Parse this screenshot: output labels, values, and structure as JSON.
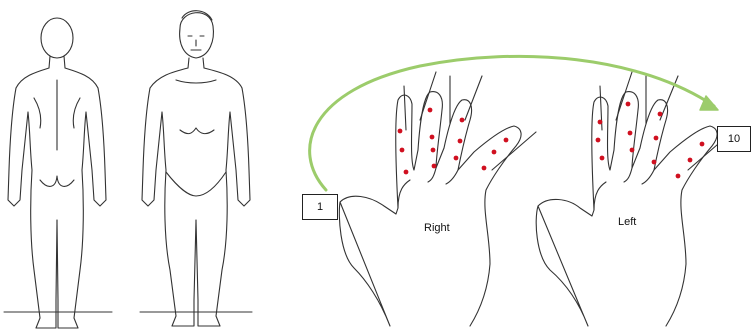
{
  "sequence": {
    "start_label": "1",
    "end_label": "10",
    "arrow_color": "#9ccc6b"
  },
  "hands": {
    "right_label": "Right",
    "left_label": "Left",
    "marker_color": "#d01020"
  }
}
